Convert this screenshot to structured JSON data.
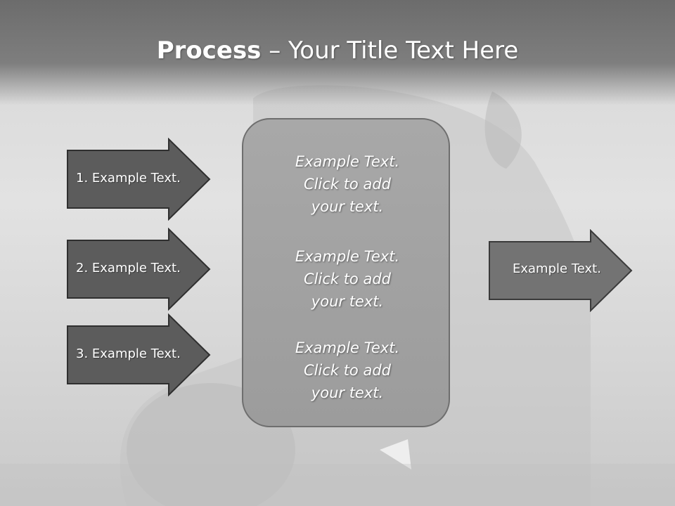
{
  "slide": {
    "title_bold": "Process",
    "title_rest": " – Your Title Text Here"
  },
  "left_arrows": [
    {
      "label": "1. Example Text."
    },
    {
      "label": "2. Example Text."
    },
    {
      "label": "3. Example Text."
    }
  ],
  "center_box": {
    "blocks": [
      {
        "lines": [
          "Example Text.",
          "Click  to add",
          "your text."
        ]
      },
      {
        "lines": [
          "Example Text.",
          "Click  to add",
          "your text."
        ]
      },
      {
        "lines": [
          "Example Text.",
          "Click  to add",
          "your text."
        ]
      }
    ]
  },
  "right_arrow": {
    "label": "Example Text."
  },
  "colors": {
    "arrow_dark": "#5c5c5c",
    "arrow_mid": "#737373",
    "box_fill": "#a3a3a3",
    "title_text": "#ffffff"
  }
}
